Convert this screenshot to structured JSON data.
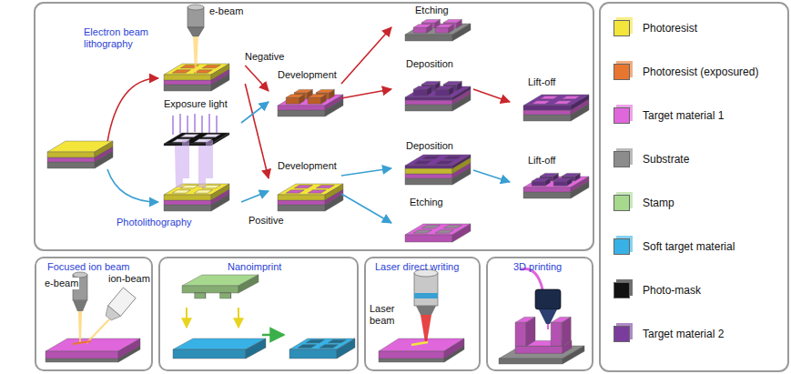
{
  "diagram": {
    "nodes": [
      {
        "text": [
          "Electron beam lithography",
          "e-beam"
        ]
      },
      {
        "text": [
          "Exposure light",
          "Photolithography"
        ]
      },
      {
        "text": [
          "Development"
        ]
      },
      {
        "text": [
          "Development"
        ]
      },
      {
        "text": [
          "Etching"
        ]
      },
      {
        "text": [
          "Deposition"
        ]
      },
      {
        "text": [
          "Lift-off"
        ]
      },
      {
        "text": [
          "Deposition"
        ]
      },
      {
        "text": [
          "Lift-off"
        ]
      },
      {
        "text": [
          "Etching"
        ]
      },
      {
        "text": [
          "Focused ion beam"
        ]
      },
      {
        "text": [
          "Nanoimprint"
        ]
      },
      {
        "text": [
          "Laser direct writing"
        ]
      },
      {
        "text": [
          "3D printing"
        ]
      }
    ],
    "edges": [
      {
        "from": 0,
        "to": 2,
        "arrow": "to",
        "label": "Negative"
      },
      {
        "from": 0,
        "to": 3,
        "arrow": "to"
      },
      {
        "from": 1,
        "to": 2,
        "arrow": "to"
      },
      {
        "from": 1,
        "to": 3,
        "arrow": "to",
        "label": "Positive"
      },
      {
        "from": 2,
        "to": 4,
        "arrow": "to"
      },
      {
        "from": 2,
        "to": 5,
        "arrow": "to"
      },
      {
        "from": 5,
        "to": 6,
        "arrow": "to"
      },
      {
        "from": 3,
        "to": 7,
        "arrow": "to"
      },
      {
        "from": 7,
        "to": 8,
        "arrow": "to"
      },
      {
        "from": 3,
        "to": 9,
        "arrow": "to"
      }
    ],
    "labels": [
      "e-beam",
      "ion-beam",
      "Laser beam"
    ],
    "legend": [
      {
        "text": "Photoresist",
        "color": "#f3e53a"
      },
      {
        "text": "Photoresist (exposured)",
        "color": "#e8762e"
      },
      {
        "text": "Target material 1",
        "color": "#e066dc"
      },
      {
        "text": "Substrate",
        "color": "#8c8c8c"
      },
      {
        "text": "Stamp",
        "color": "#a6d88e"
      },
      {
        "text": "Soft target material",
        "color": "#38b2e6"
      },
      {
        "text": "Photo-mask",
        "color": "#111111"
      },
      {
        "text": "Target material 2",
        "color": "#7a3d9e"
      }
    ]
  }
}
